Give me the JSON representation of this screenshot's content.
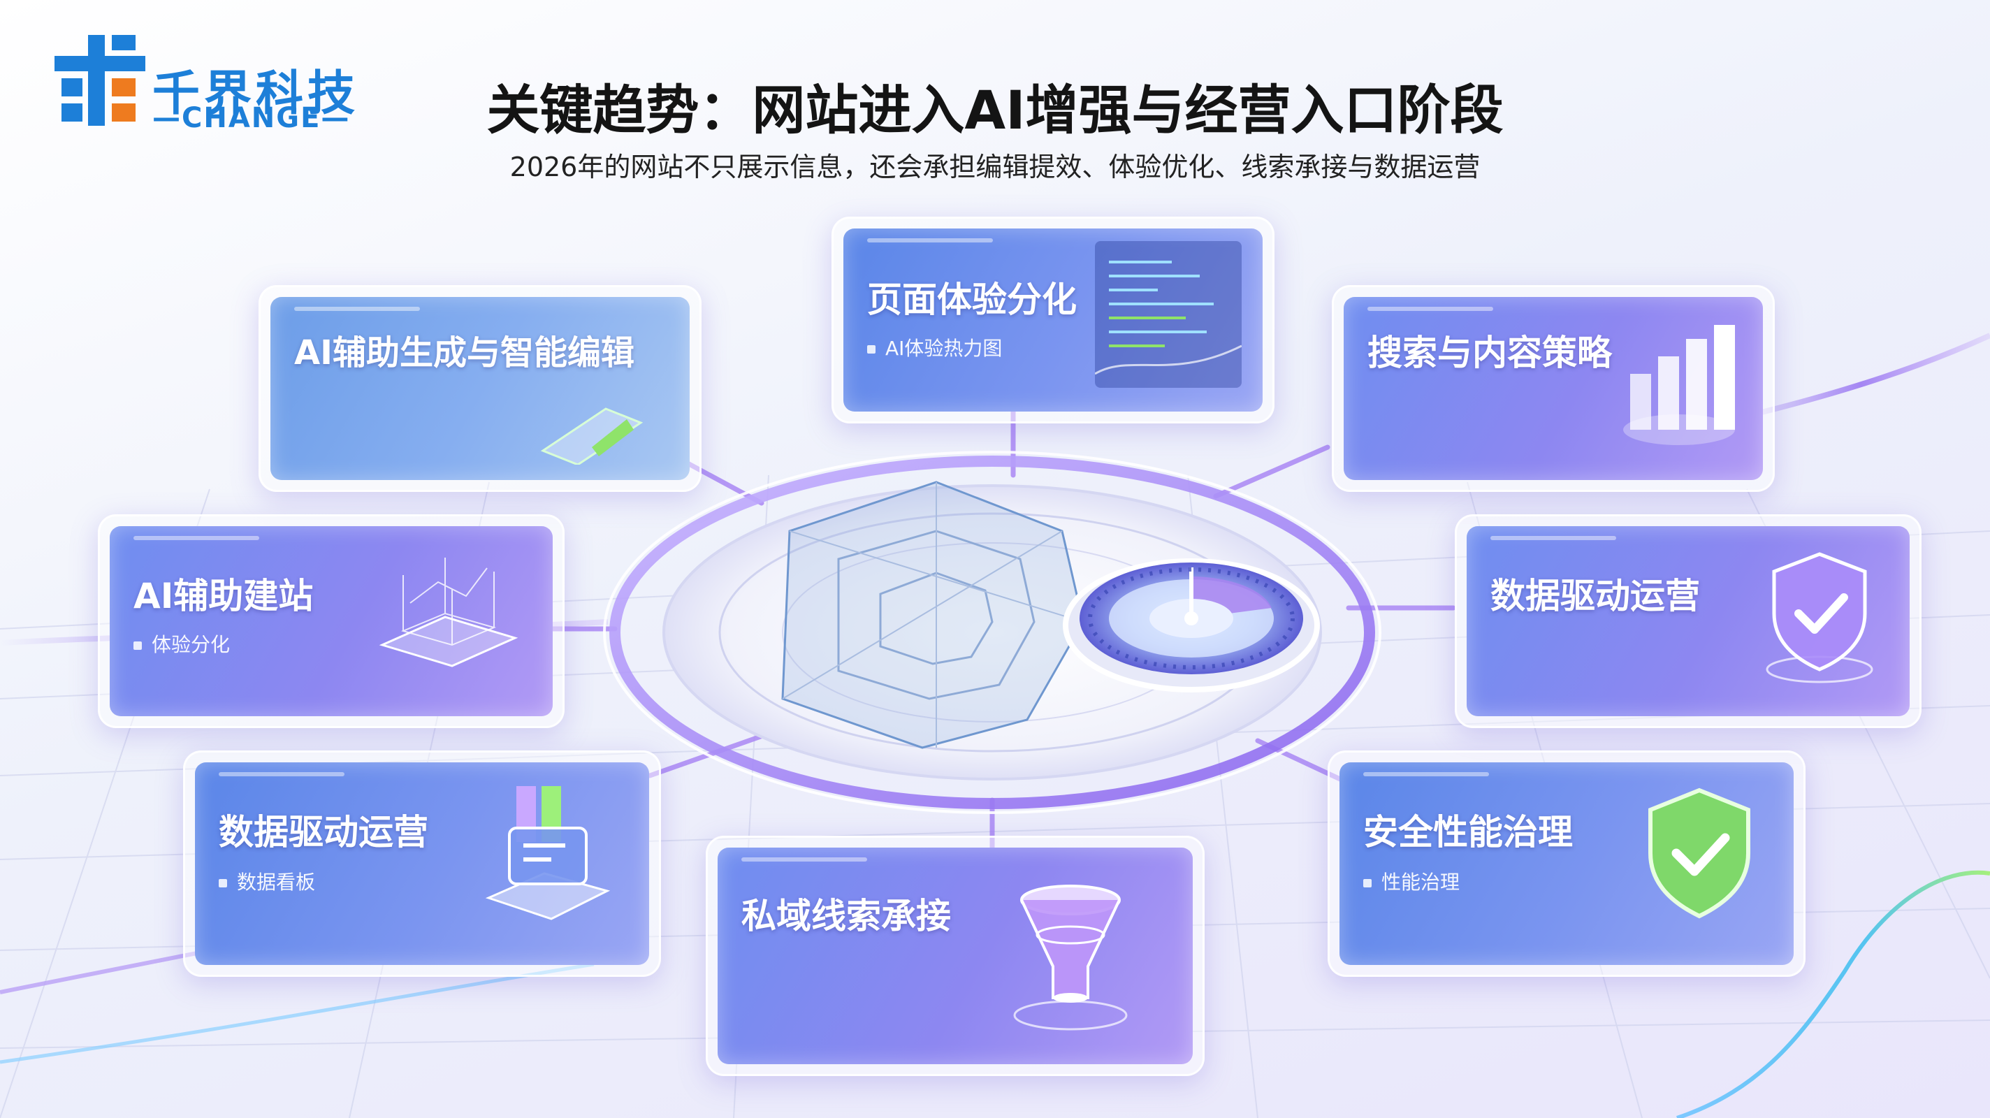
{
  "brand": {
    "name": "千界科技",
    "sub": "—CHANGE—"
  },
  "header": {
    "title": "关键趋势：网站进入AI增强与经营入口阶段",
    "subtitle": "2026年的网站不只展示信息，还会承担编辑提效、体验优化、线索承接与数据运营"
  },
  "cards": [
    {
      "title": "AI辅助生成与智能编辑",
      "tag": "",
      "icon": "pen-edit-icon"
    },
    {
      "title": "页面体验分化",
      "tag": "AI体验热力图",
      "icon": "code-screen-icon"
    },
    {
      "title": "搜索与内容策略",
      "tag": "",
      "icon": "bar-chart-3d-icon"
    },
    {
      "title": "AI辅助建站",
      "tag": "体验分化",
      "icon": "wireframe-box-icon"
    },
    {
      "title": "数据驱动运营",
      "tag": "",
      "icon": "shield-check-icon"
    },
    {
      "title": "数据驱动运营",
      "tag": "数据看板",
      "icon": "dashboard-device-icon"
    },
    {
      "title": "私域线索承接",
      "tag": "",
      "icon": "funnel-icon"
    },
    {
      "title": "安全性能治理",
      "tag": "性能治理",
      "icon": "green-shield-check-icon"
    }
  ],
  "colors": {
    "brand": "#1d7fd8",
    "accent_purple": "#8b6cf0",
    "accent_blue": "#5a86e8",
    "check_green": "#8fe36a"
  }
}
